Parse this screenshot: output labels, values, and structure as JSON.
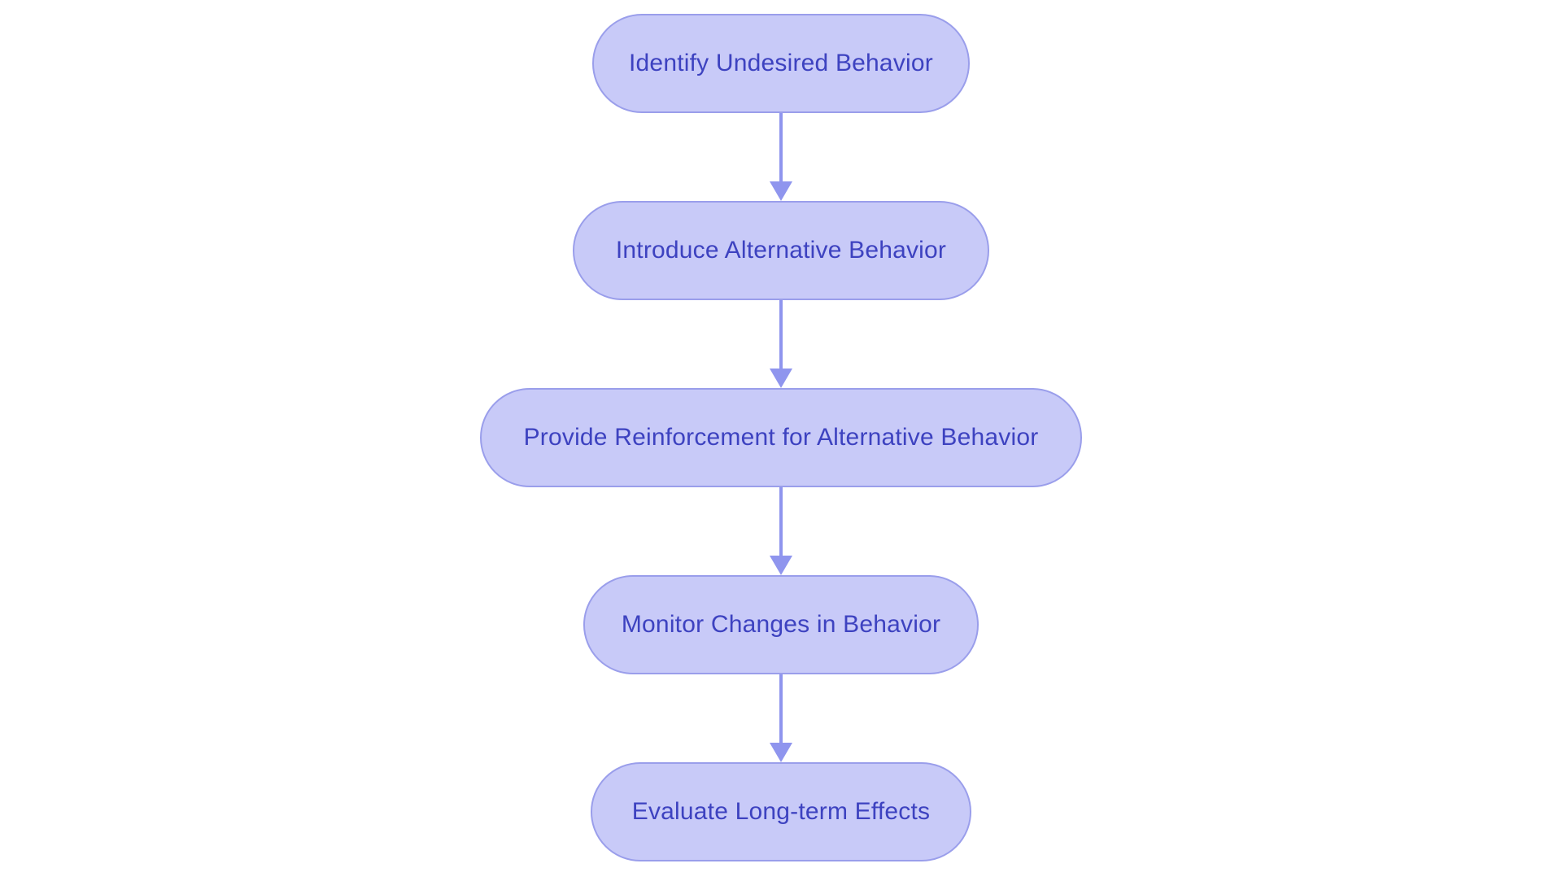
{
  "flowchart": {
    "nodes": [
      {
        "label": "Identify Undesired Behavior"
      },
      {
        "label": "Introduce Alternative Behavior"
      },
      {
        "label": "Provide Reinforcement for Alternative Behavior"
      },
      {
        "label": "Monitor Changes in Behavior"
      },
      {
        "label": "Evaluate Long-term Effects"
      }
    ],
    "connector_icon": "arrow-down-icon",
    "colors": {
      "node_fill": "#c8caf8",
      "node_border": "#9a9eeb",
      "node_text": "#3d42c0",
      "arrow": "#8f95ee",
      "background": "#ffffff"
    }
  }
}
